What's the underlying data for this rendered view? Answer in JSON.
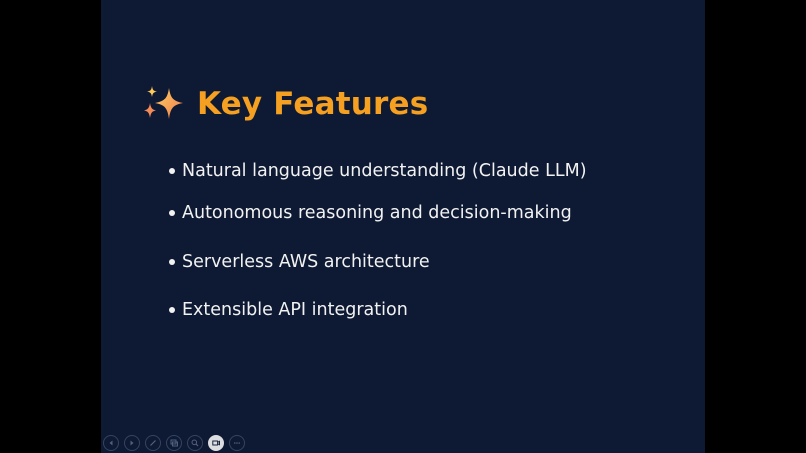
{
  "slide": {
    "title": "Key Features",
    "title_icon": "sparkles-icon",
    "title_color": "#f5a020",
    "background": "#0e1a33",
    "bullets": [
      "Natural language understanding (Claude LLM)",
      "Autonomous reasoning and decision-making",
      "Serverless AWS architecture",
      "Extensible API integration"
    ]
  },
  "toolbar": {
    "buttons": [
      {
        "name": "previous-slide-button",
        "icon": "arrow-left-icon"
      },
      {
        "name": "next-slide-button",
        "icon": "arrow-right-icon"
      },
      {
        "name": "pen-button",
        "icon": "pen-icon"
      },
      {
        "name": "see-all-slides-button",
        "icon": "slides-icon"
      },
      {
        "name": "zoom-button",
        "icon": "magnifier-icon"
      },
      {
        "name": "camera-button",
        "icon": "video-camera-icon",
        "active": true
      },
      {
        "name": "more-options-button",
        "icon": "ellipsis-icon"
      }
    ]
  }
}
